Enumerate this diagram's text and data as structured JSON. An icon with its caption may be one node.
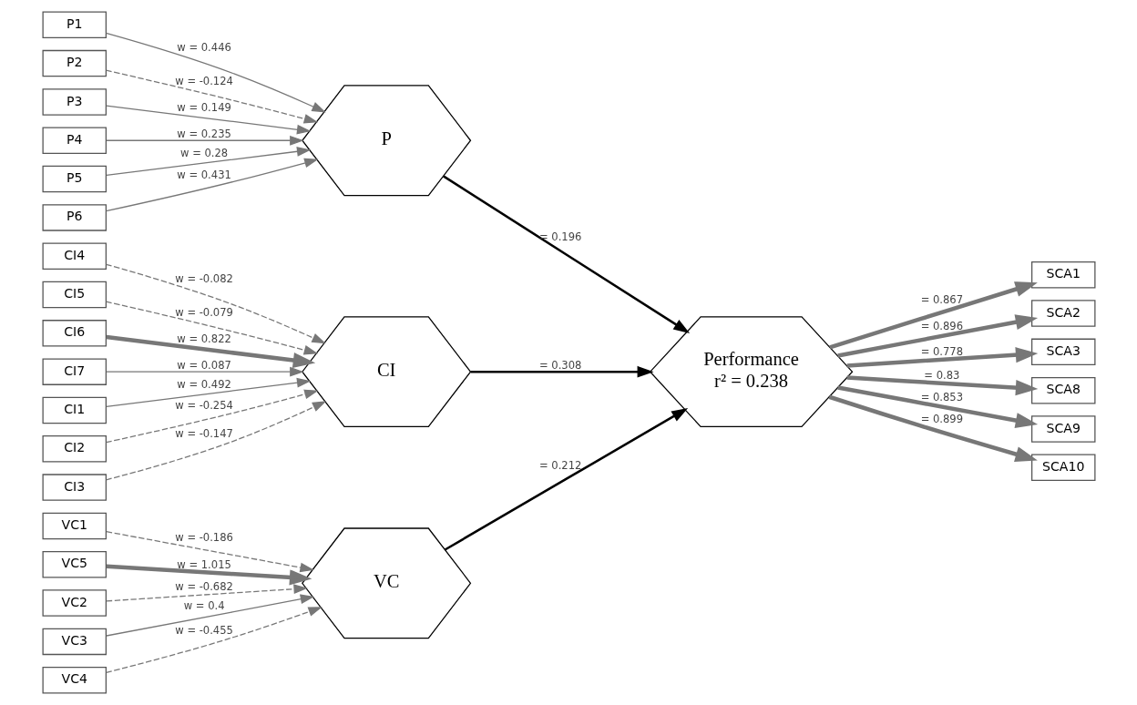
{
  "diagram": {
    "nodes": [
      {
        "text": [
          "VC1"
        ]
      },
      {
        "text": [
          "VC2"
        ]
      },
      {
        "text": [
          "VC3"
        ]
      },
      {
        "text": [
          "VC4"
        ]
      },
      {
        "text": [
          "VC5"
        ]
      },
      {
        "text": [
          "VC"
        ]
      },
      {
        "text": [
          "P1"
        ]
      },
      {
        "text": [
          "P2"
        ]
      },
      {
        "text": [
          "P3"
        ]
      },
      {
        "text": [
          "P4"
        ]
      },
      {
        "text": [
          "P5"
        ]
      },
      {
        "text": [
          "P6"
        ]
      },
      {
        "text": [
          "P"
        ]
      },
      {
        "text": [
          "CI1"
        ]
      },
      {
        "text": [
          "CI2"
        ]
      },
      {
        "text": [
          "CI3"
        ]
      },
      {
        "text": [
          "CI4"
        ]
      },
      {
        "text": [
          "CI5"
        ]
      },
      {
        "text": [
          "CI6"
        ]
      },
      {
        "text": [
          "CI7"
        ]
      },
      {
        "text": [
          "CI"
        ]
      },
      {
        "text": [
          "Performance",
          "r² = 0.238"
        ]
      },
      {
        "text": [
          "SCA1"
        ]
      },
      {
        "text": [
          "SCA2"
        ]
      },
      {
        "text": [
          "SCA3"
        ]
      },
      {
        "text": [
          "SCA8"
        ]
      },
      {
        "text": [
          "SCA9"
        ]
      },
      {
        "text": [
          "SCA10"
        ]
      }
    ],
    "edges": [
      {
        "from": 0,
        "to": 5,
        "arrow": "to",
        "label": "w = -0.186",
        "style": "dashed"
      },
      {
        "from": 1,
        "to": 5,
        "arrow": "to",
        "label": "w = -0.682",
        "style": "dashed"
      },
      {
        "from": 2,
        "to": 5,
        "arrow": "to",
        "label": "w = 0.4"
      },
      {
        "from": 3,
        "to": 5,
        "arrow": "to",
        "label": "w = -0.455",
        "style": "dashed"
      },
      {
        "from": 4,
        "to": 5,
        "arrow": "to",
        "label": "w = 1.015",
        "style": "thick"
      },
      {
        "from": 6,
        "to": 12,
        "arrow": "to",
        "label": "w = 0.446"
      },
      {
        "from": 7,
        "to": 12,
        "arrow": "to",
        "label": "w = -0.124",
        "style": "dashed"
      },
      {
        "from": 8,
        "to": 12,
        "arrow": "to",
        "label": "w = 0.149"
      },
      {
        "from": 9,
        "to": 12,
        "arrow": "to",
        "label": "w = 0.235"
      },
      {
        "from": 10,
        "to": 12,
        "arrow": "to",
        "label": "w = 0.28"
      },
      {
        "from": 11,
        "to": 12,
        "arrow": "to",
        "label": "w = 0.431"
      },
      {
        "from": 13,
        "to": 20,
        "arrow": "to",
        "label": "w = 0.492"
      },
      {
        "from": 14,
        "to": 20,
        "arrow": "to",
        "label": "w = -0.254",
        "style": "dashed"
      },
      {
        "from": 15,
        "to": 20,
        "arrow": "to",
        "label": "w = -0.147",
        "style": "dashed"
      },
      {
        "from": 16,
        "to": 20,
        "arrow": "to",
        "label": "w = -0.082",
        "style": "dashed"
      },
      {
        "from": 17,
        "to": 20,
        "arrow": "to",
        "label": "w = -0.079",
        "style": "dashed"
      },
      {
        "from": 18,
        "to": 20,
        "arrow": "to",
        "label": "w = 0.822",
        "style": "thick"
      },
      {
        "from": 19,
        "to": 20,
        "arrow": "to",
        "label": "w = 0.087"
      },
      {
        "from": 5,
        "to": 21,
        "arrow": "to",
        "label": "= 0.212",
        "color": "#000000"
      },
      {
        "from": 12,
        "to": 21,
        "arrow": "to",
        "label": "= 0.196",
        "color": "#000000"
      },
      {
        "from": 20,
        "to": 21,
        "arrow": "to",
        "label": "= 0.308",
        "color": "#000000"
      },
      {
        "from": 21,
        "to": 22,
        "arrow": "to",
        "label": "= 0.867",
        "style": "thick"
      },
      {
        "from": 21,
        "to": 23,
        "arrow": "to",
        "label": "= 0.896",
        "style": "thick"
      },
      {
        "from": 21,
        "to": 24,
        "arrow": "to",
        "label": "= 0.778",
        "style": "thick"
      },
      {
        "from": 21,
        "to": 25,
        "arrow": "to",
        "label": "= 0.83",
        "style": "thick"
      },
      {
        "from": 21,
        "to": 26,
        "arrow": "to",
        "label": "= 0.853",
        "style": "thick"
      },
      {
        "from": 21,
        "to": 27,
        "arrow": "to",
        "label": "= 0.899",
        "style": "thick"
      }
    ]
  }
}
